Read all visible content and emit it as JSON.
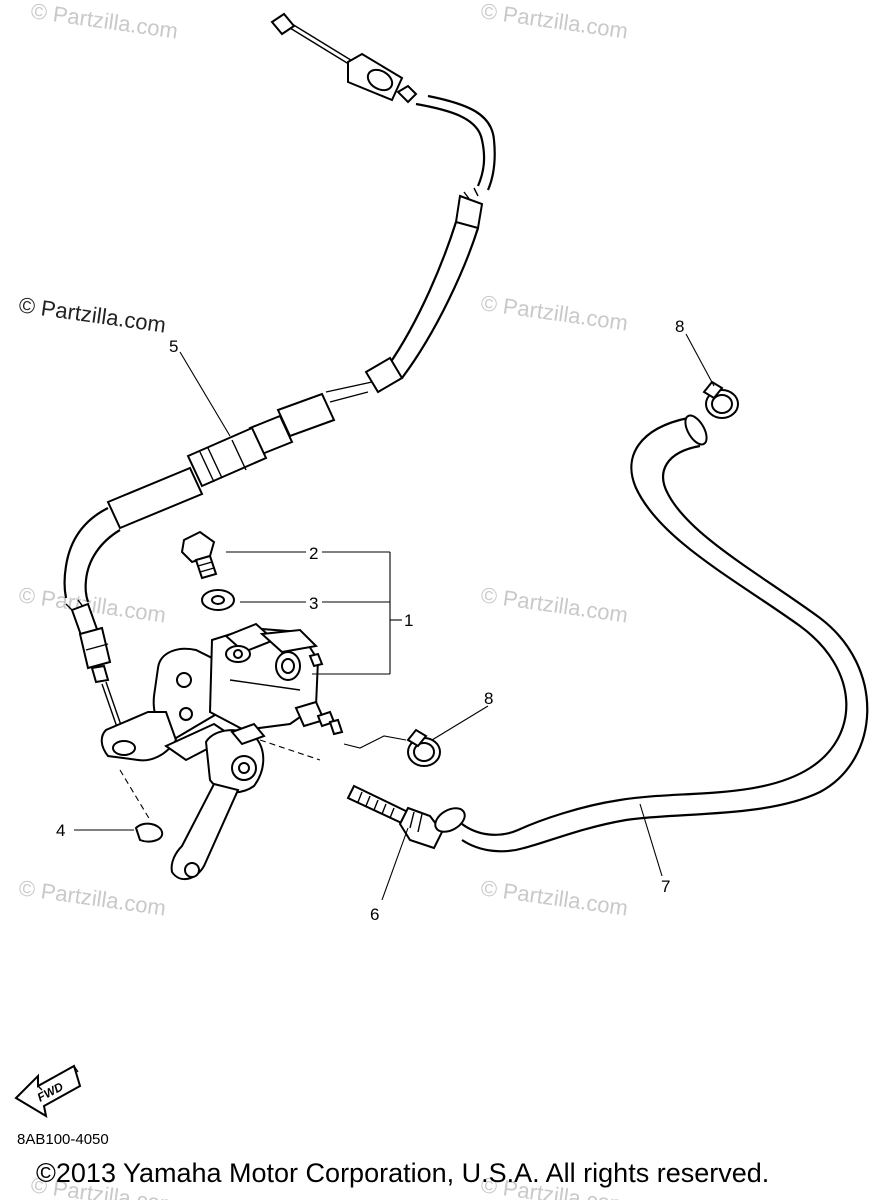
{
  "watermarks": [
    "© Partzilla.com",
    "© Partzilla.com",
    "© Partzilla.com",
    "© Partzilla.com",
    "© Partzilla.com",
    "© Partzilla.com",
    "© Partzilla.com",
    "© Partzilla.com",
    "© Partzilla.com"
  ],
  "watermark_dark": "© Partzilla.com",
  "callouts": {
    "c1": "1",
    "c2": "2",
    "c3": "3",
    "c4": "4",
    "c5": "5",
    "c6": "6",
    "c7": "7",
    "c8a": "8",
    "c8b": "8"
  },
  "fwd_label": "FWD",
  "diagram_code": "8AB100-4050",
  "copyright": "©2013 Yamaha Motor Corporation, U.S.A. All rights reserved."
}
